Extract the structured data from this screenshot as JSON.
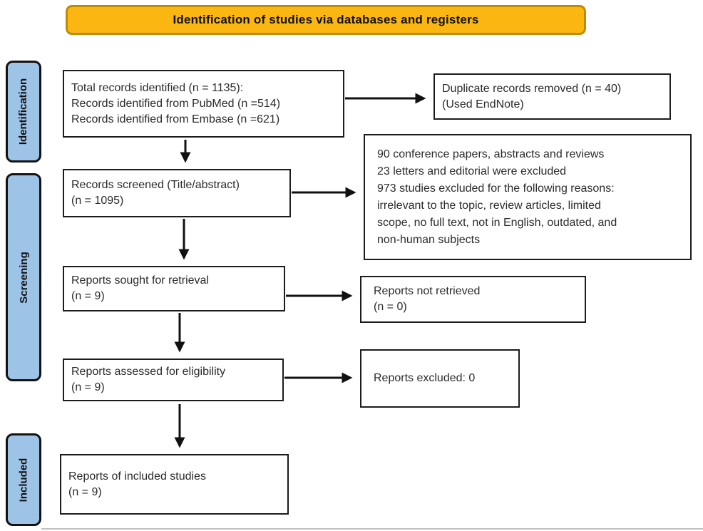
{
  "banner": {
    "title": "Identification of studies via databases and registers"
  },
  "sidebar": {
    "identification": "Identification",
    "screening": "Screening",
    "included": "Included"
  },
  "boxes": {
    "records_identified": {
      "lines": [
        "Total records identified (n = 1135):",
        "Records identified from PubMed (n =514)",
        "Records identified from Embase (n =621)"
      ]
    },
    "duplicates_removed": {
      "lines": [
        "Duplicate records removed (n = 40)",
        "(Used EndNote)"
      ]
    },
    "records_screened": {
      "lines": [
        "Records screened (Title/abstract)",
        "(n = 1095)"
      ]
    },
    "exclusion_reasons": {
      "lines": [
        "90 conference papers, abstracts and reviews",
        "23 letters and editorial were excluded",
        "973 studies excluded for the following reasons:",
        "irrelevant to the topic, review articles, limited",
        "scope, no full text, not in English, outdated, and",
        "non-human subjects"
      ]
    },
    "reports_sought": {
      "lines": [
        "Reports sought for retrieval",
        "(n = 9)"
      ]
    },
    "reports_not_retrieved": {
      "lines": [
        "Reports not retrieved",
        "(n = 0)"
      ]
    },
    "reports_assessed": {
      "lines": [
        "Reports assessed for eligibility",
        "(n = 9)"
      ]
    },
    "reports_excluded": {
      "lines": [
        "Reports excluded: 0"
      ]
    },
    "included_studies": {
      "lines": [
        "Reports of included studies",
        "(n = 9)"
      ]
    }
  },
  "colors": {
    "banner_fill": "#FBB612",
    "banner_border": "#BE8C00",
    "sidebar_fill": "#9DC3E6"
  }
}
